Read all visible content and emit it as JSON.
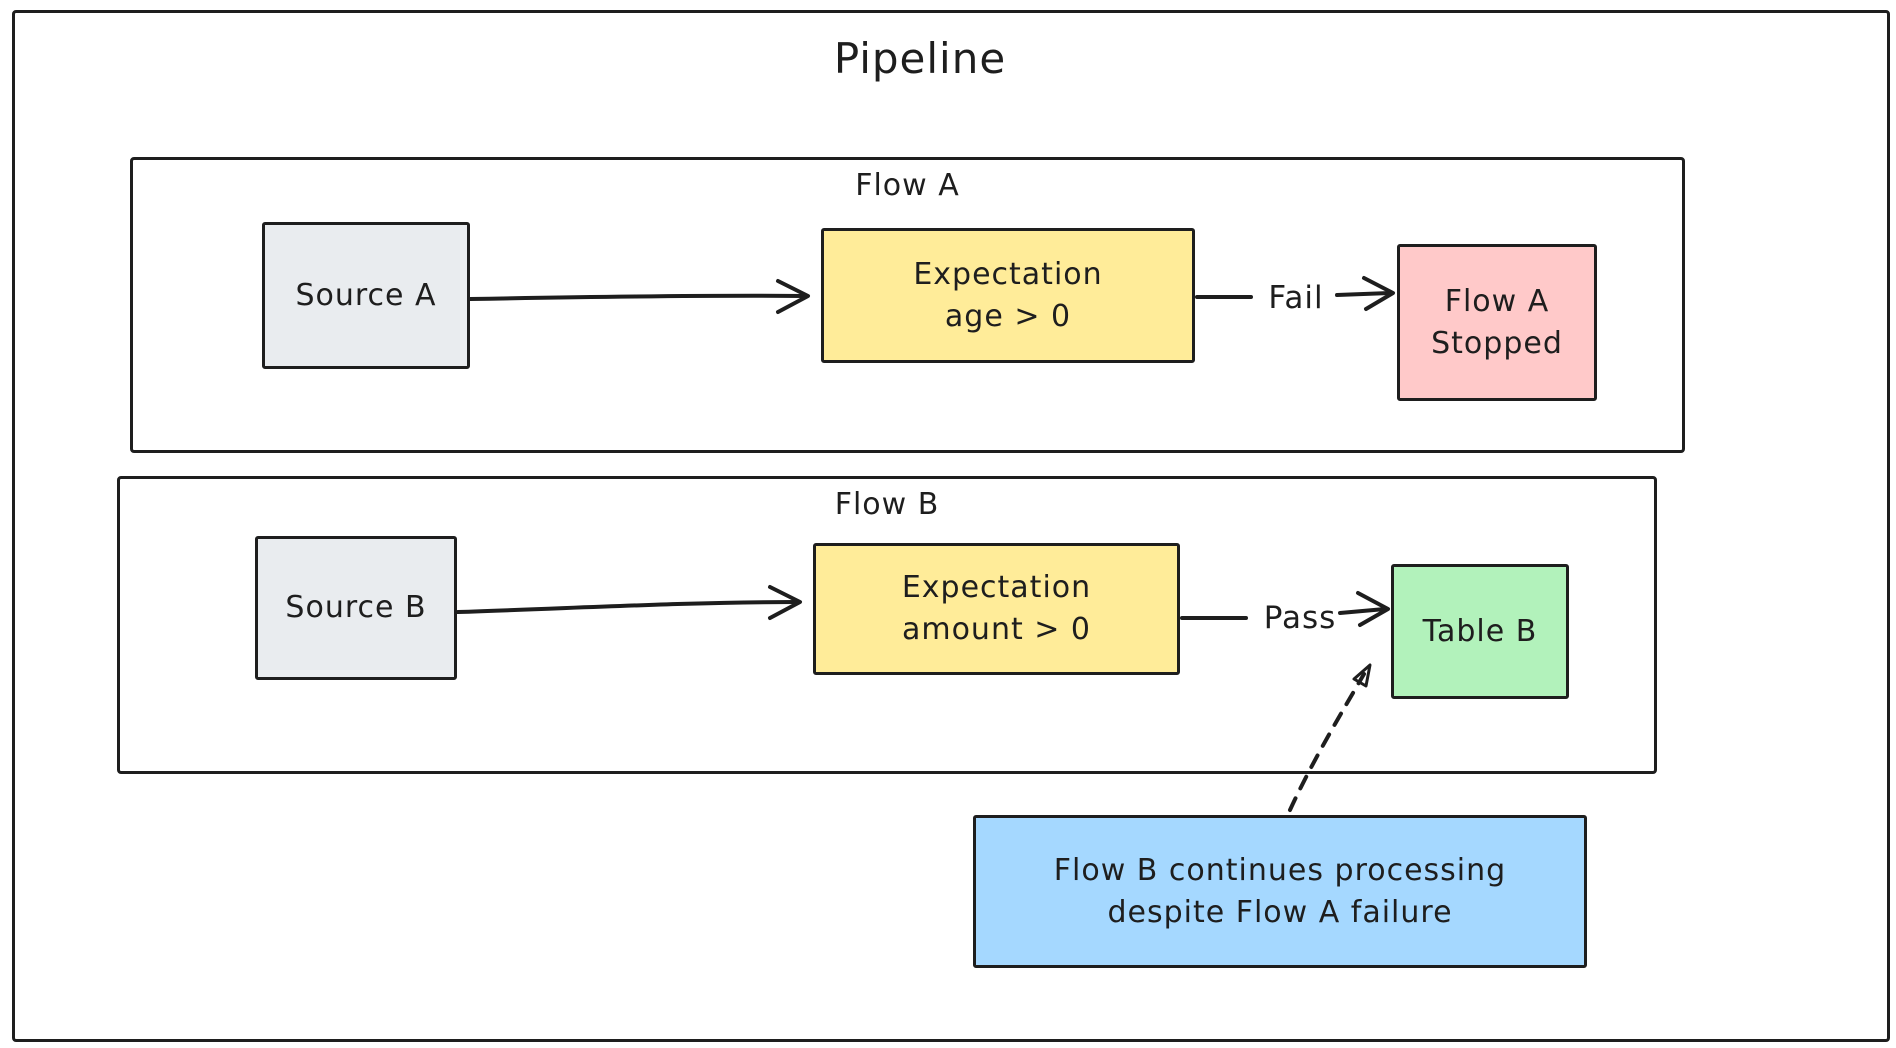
{
  "title": "Pipeline",
  "flow_a": {
    "label": "Flow A",
    "source": "Source A",
    "expectation": {
      "line1": "Expectation",
      "line2": "age > 0"
    },
    "edge_label": "Fail",
    "result": {
      "line1": "Flow A",
      "line2": "Stopped"
    }
  },
  "flow_b": {
    "label": "Flow B",
    "source": "Source B",
    "expectation": {
      "line1": "Expectation",
      "line2": "amount > 0"
    },
    "edge_label": "Pass",
    "result": {
      "line1": "Table B"
    }
  },
  "note": {
    "line1": "Flow B continues processing",
    "line2": "despite Flow A failure"
  },
  "colors": {
    "stroke": "#1e1e1e",
    "source_fill": "#e9ecef",
    "expectation_fill": "#ffec99",
    "stopped_fill": "#ffc9c9",
    "table_fill": "#b2f2bb",
    "note_fill": "#a5d8ff"
  }
}
